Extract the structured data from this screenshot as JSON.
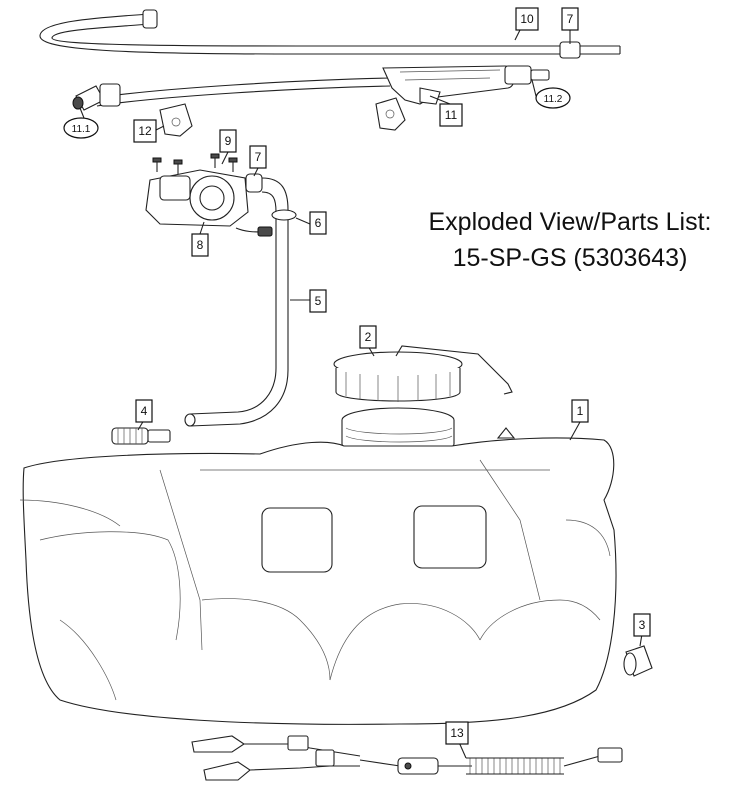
{
  "title": {
    "line1": "Exploded View/Parts List:",
    "line2": "15-SP-GS  (5303643)"
  },
  "callouts": {
    "c1": "1",
    "c2": "2",
    "c3": "3",
    "c4": "4",
    "c5": "5",
    "c6": "6",
    "c7a": "7",
    "c7b": "7",
    "c8": "8",
    "c9": "9",
    "c10": "10",
    "c11": "11",
    "c11_1": "11.1",
    "c11_2": "11.2",
    "c12": "12",
    "c13": "13"
  },
  "parts": {
    "tank": "tank-icon",
    "lid": "lid-icon",
    "cap": "cap-icon",
    "strainer": "strainer-icon",
    "suction_hose": "hose-icon",
    "hose_clamp": "clamp-icon",
    "pump": "pump-icon",
    "screws": "screw-icon",
    "spray_hose": "hose-icon",
    "spray_gun": "spray-gun-icon",
    "nozzle": "nozzle-icon",
    "gun_holder": "holder-icon",
    "wiring_harness": "wiring-harness-icon"
  },
  "colors": {
    "line": "#222222",
    "fill": "#ffffff"
  }
}
